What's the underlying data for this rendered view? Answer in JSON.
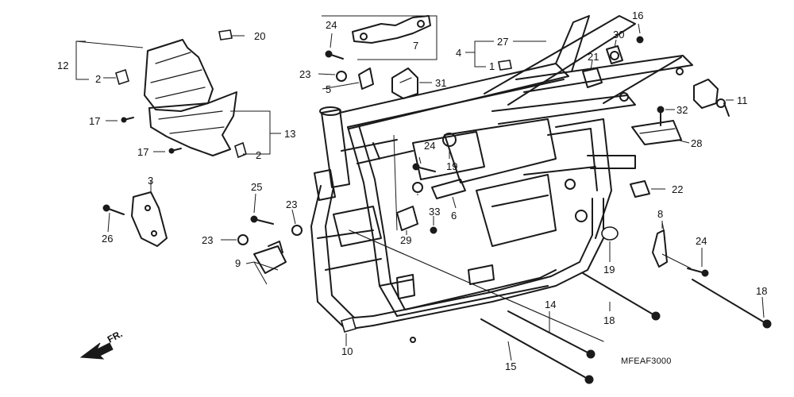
{
  "diagram": {
    "part_numbers": [
      "24",
      "20",
      "7",
      "27",
      "16",
      "30",
      "12",
      "2",
      "4",
      "1",
      "21",
      "23",
      "5",
      "31",
      "11",
      "17",
      "13",
      "32",
      "24",
      "19",
      "28",
      "2",
      "17",
      "3",
      "25",
      "23",
      "22",
      "6",
      "8",
      "33",
      "26",
      "23",
      "29",
      "19",
      "24",
      "9",
      "23",
      "18",
      "14",
      "18",
      "10",
      "15"
    ],
    "diagram_code": "MFEAF3000",
    "front_marker": "FR."
  }
}
